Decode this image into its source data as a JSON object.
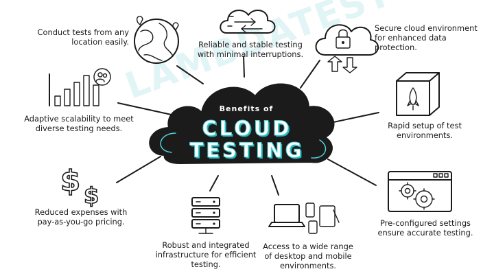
{
  "diagram": {
    "center": {
      "subtitle": "Benefits of",
      "title_line1": "CLOUD",
      "title_line2": "TESTING"
    },
    "watermark": "LAMBDATEST",
    "benefits": [
      {
        "id": "location",
        "icon": "globe-icon",
        "line1": "Conduct tests from any",
        "line2": "location easily."
      },
      {
        "id": "reliable",
        "icon": "cloud-sync-icon",
        "line1": "Reliable and stable testing",
        "line2": "with minimal interruptions."
      },
      {
        "id": "secure",
        "icon": "cloud-lock-icon",
        "line1": "Secure cloud environment",
        "line2": "for enhanced data",
        "line3": "protection."
      },
      {
        "id": "scalability",
        "icon": "bar-chart-icon",
        "line1": "Adaptive scalability to meet",
        "line2": "diverse testing needs."
      },
      {
        "id": "rapid",
        "icon": "rocket-box-icon",
        "line1": "Rapid setup of test",
        "line2": "environments."
      },
      {
        "id": "expenses",
        "icon": "dollar-icon",
        "line1": "Reduced expenses with",
        "line2": "pay-as-you-go pricing."
      },
      {
        "id": "infrastructure",
        "icon": "server-icon",
        "line1": "Robust and integrated",
        "line2": "infrastructure for efficient",
        "line3": "testing."
      },
      {
        "id": "devices",
        "icon": "devices-icon",
        "line1": "Access to a wide range",
        "line2": "of desktop and mobile",
        "line3": "environments."
      },
      {
        "id": "preconfigured",
        "icon": "gear-window-icon",
        "line1": "Pre-configured settings",
        "line2": "ensure accurate testing."
      }
    ],
    "colors": {
      "cloud": "#1b1b1b",
      "accent": "#4fd3d8",
      "watermark": "#d7f1f3"
    }
  }
}
